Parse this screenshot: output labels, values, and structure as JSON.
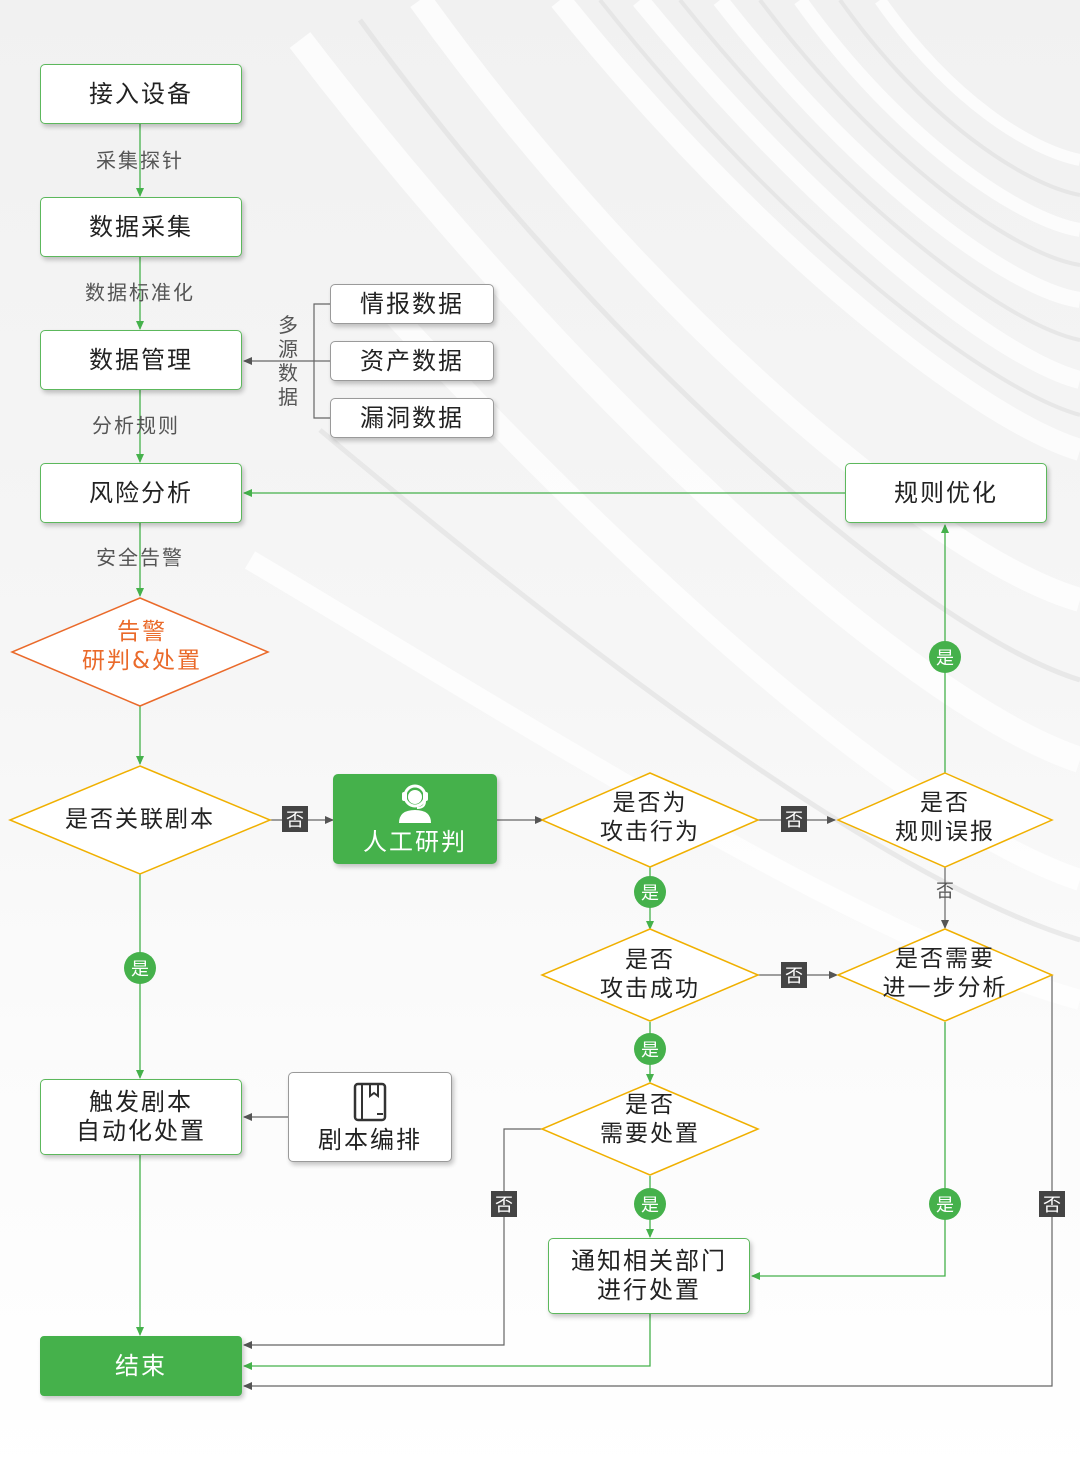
{
  "nodes": {
    "access_device": "接入设备",
    "data_collection": "数据采集",
    "data_management": "数据管理",
    "risk_analysis": "风险分析",
    "intel_data": "情报数据",
    "asset_data": "资产数据",
    "vuln_data": "漏洞数据",
    "rule_optimization": "规则优化",
    "manual_review": "人工研判",
    "trigger_playbook": "触发剧本\n自动化处置",
    "playbook_orchestration": "剧本编排",
    "notify_departments": "通知相关部门\n进行处置",
    "end": "结束"
  },
  "edge_labels": {
    "probe": "采集探针",
    "standardize": "数据标准化",
    "multi_source": [
      "多",
      "源",
      "数",
      "据"
    ],
    "analysis_rules": "分析规则",
    "security_alert": "安全告警"
  },
  "decisions": {
    "alert_review": "告警\n研判&处置",
    "linked_playbook": "是否关联剧本",
    "is_attack": "是否为\n攻击行为",
    "rule_false_positive": "是否\n规则误报",
    "attack_success": "是否\n攻击成功",
    "need_further_analysis": "是否需要\n进一步分析",
    "need_disposal": "是否\n需要处置"
  },
  "answers": {
    "yes": "是",
    "no": "否"
  },
  "colors": {
    "accent": "#45b14b",
    "border_green": "#5cb85c",
    "orange": "#ea6a2a",
    "dark_badge": "#444444"
  },
  "icons": [
    "headset-user-icon",
    "book-icon"
  ]
}
